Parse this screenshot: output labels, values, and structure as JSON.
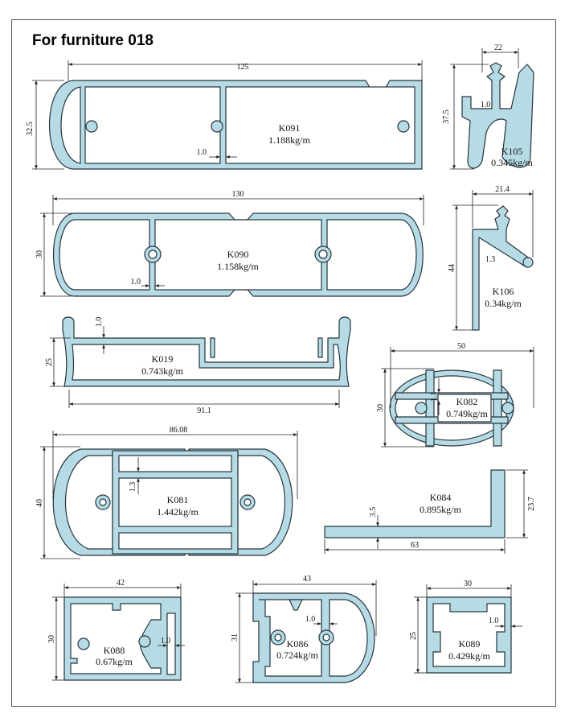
{
  "sheet": {
    "title": "For furniture 018"
  },
  "profiles": [
    {
      "code": "K091",
      "weight": "1.188kg/m",
      "dims": [
        "125",
        "32.5",
        "1.0"
      ]
    },
    {
      "code": "K105",
      "weight": "0.345kg/m",
      "dims": [
        "22",
        "37.5",
        "1.0"
      ]
    },
    {
      "code": "K090",
      "weight": "1.158kg/m",
      "dims": [
        "130",
        "30",
        "1.0"
      ]
    },
    {
      "code": "K106",
      "weight": "0.34kg/m",
      "dims": [
        "21.4",
        "44",
        "1.3"
      ]
    },
    {
      "code": "K019",
      "weight": "0.743kg/m",
      "dims": [
        "91.1",
        "25",
        "1.0"
      ]
    },
    {
      "code": "K082",
      "weight": "0.749kg/m",
      "dims": [
        "50",
        "30",
        "1.1"
      ]
    },
    {
      "code": "K081",
      "weight": "1.442kg/m",
      "dims": [
        "86.08",
        "40",
        "1.3"
      ]
    },
    {
      "code": "K084",
      "weight": "0.895kg/m",
      "dims": [
        "63",
        "23.7",
        "3.5"
      ]
    },
    {
      "code": "K088",
      "weight": "0.67kg/m",
      "dims": [
        "42",
        "30",
        "1.0"
      ]
    },
    {
      "code": "K086",
      "weight": "0.724kg/m",
      "dims": [
        "43",
        "31",
        "1.0"
      ]
    },
    {
      "code": "K089",
      "weight": "0.429kg/m",
      "dims": [
        "30",
        "25",
        "1.0"
      ]
    }
  ],
  "colors": {
    "profile_fill": "#b6dbe5",
    "outline": "#26343c"
  }
}
